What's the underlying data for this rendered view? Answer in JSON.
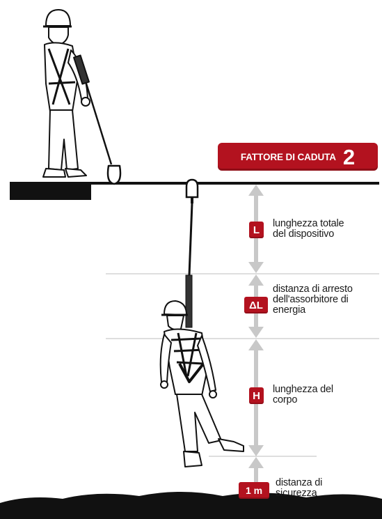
{
  "fall_factor": {
    "label": "FATTORE DI CADUTA",
    "value": "2"
  },
  "colors": {
    "accent": "#b3121f",
    "arrow": "#c8c8c8",
    "ink": "#1a1a1a"
  },
  "segments": [
    {
      "badge": "L",
      "line1": "lunghezza totale",
      "line2": "del dispositivo",
      "line3": ""
    },
    {
      "badge": "ΔL",
      "line1": "distanza di arresto",
      "line2": "dell'assorbitore di",
      "line3": "energia"
    },
    {
      "badge": "H",
      "line1": "lunghezza del",
      "line2": "corpo",
      "line3": ""
    },
    {
      "badge": "1 m",
      "line1": "distanza di",
      "line2": "sicurezza",
      "line3": ""
    }
  ]
}
